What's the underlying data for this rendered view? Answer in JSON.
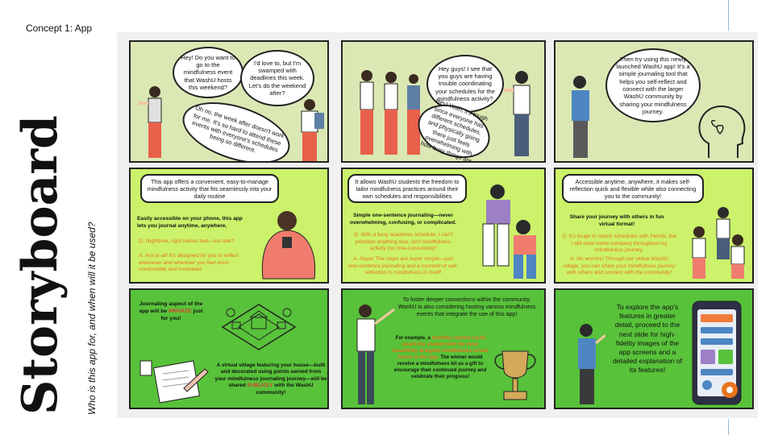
{
  "header": {
    "concept": "Concept 1: App",
    "title": "Storyboard",
    "subtitle": "Who is this app for, and when will it be used?"
  },
  "row1": {
    "p1": {
      "b1": "Hey! Do you want to go to the mindfulness event that WashU hosts this weekend?",
      "b2": "I'd love to, but I'm swamped with deadlines this week. Let's do the weekend after?",
      "b3": "Oh no, the week after doesn't work for me. It's so hard to attend these events with everyone's schedules being so different."
    },
    "p2": {
      "b1": "Hey guys! I see that you guys are having trouble coordinating your schedules for the mindfulness activity?",
      "b2": "Hey! Yeah, it's tough since everyone has different schedules, and physically going there just feels overwhelming with how busy things are"
    },
    "p3": {
      "b1": "Then try using this newly launched WashU app! It's a simple journaling tool that helps you self-reflect and connect with the larger WashU community by sharing your mindfulness journey."
    }
  },
  "row2": {
    "p1": {
      "head": "This app offers a convenient, easy-to-manage mindfulness activity that fits seamlessly into your daily routine",
      "bold": "Easily accessible on your phone, this app lets you journal anytime, anywhere.",
      "q": "Q. Nighttime, right before bed—too late?",
      "a": "A. Not at all! It's designed for you to reflect whenever and wherever you feel most comfortable and motivated."
    },
    "p2": {
      "head": "It allows WashU students the freedom to tailor mindfulness practices around their own schedules and responsibilities",
      "bold": "Simple one-sentence journaling—never overwhelming, confusing, or complicated.",
      "q": "Q. With a busy academic schedule, I can't prioritize anything else. Isn't mindfulness activity too time-consuming?",
      "a": "A. Nope! The steps are super simple—just one-sentence journaling and a moment of self-reflection is mindfulness in itself!"
    },
    "p3": {
      "head": "Accessible anytime, anywhere, it makes self-reflection quick and flexible while also connecting you to the community!",
      "bold": "Share your journey with others in fun virtual format!",
      "q": "Q. It's tough to match schedules with friends, but I still want some company throughout my mindfulness journey.",
      "a": "A. No worries! Through our virtual WashU village, you can share your mindfulness journey with others and connect with the community!"
    }
  },
  "row3": {
    "p1": {
      "t1a": "Journaling aspect of the app will be",
      "t1b": "PRIVATE",
      "t1c": "just for you!",
      "t2a": "A virtual village featuring your house—built and decorated using points earned from your mindfulness journaling journey—will be shared",
      "t2b": "PUBLICLY",
      "t2c": "with the WashU community!"
    },
    "p2": {
      "t1": "To foster deeper connections within the community, WashU is also considering hosting various mindfulness events that integrate the use of this app!",
      "t2a": "For example, a",
      "t2b": "monthly contest could award the student with the most beautifully designed mindfulness virtual house in the app.",
      "t2c": "The winner would receive a mindfulness kit as a gift to encourage their continued journey and celebrate their progress!"
    },
    "p3": {
      "t1": "To explore the app's features in greater detail, proceed to the next slide for high-fidelity images of the app screens and a detailed explanation of its features!"
    }
  },
  "colors": {
    "row1": "#dbe8b4",
    "row2": "#cbf26a",
    "row3": "#58c23a",
    "answer": "#e8731c",
    "accent": "#e03c2c"
  }
}
